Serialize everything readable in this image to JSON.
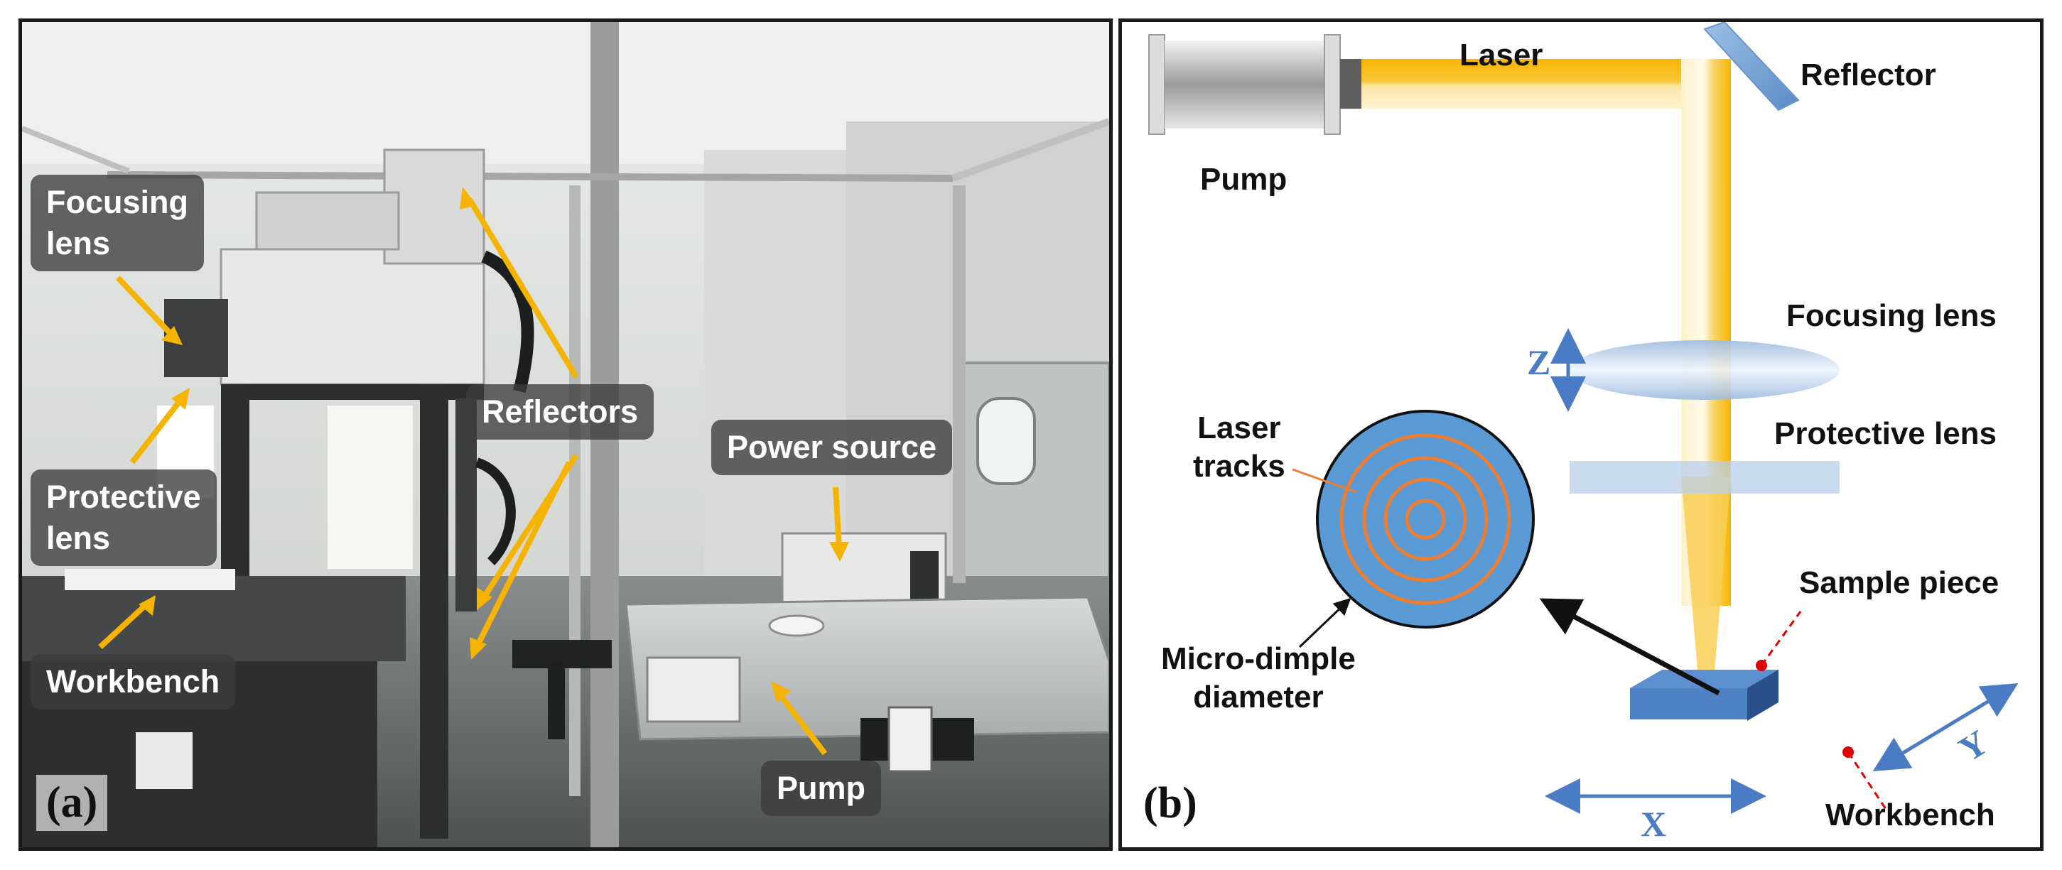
{
  "panel_a": {
    "tag": "(a)",
    "labels": {
      "focusing_lens": "Focusing\nlens",
      "protective_lens": "Protective\nlens",
      "workbench": "Workbench",
      "reflectors": "Reflectors",
      "power_source": "Power source",
      "pump": "Pump"
    }
  },
  "panel_b": {
    "tag": "(b)",
    "labels": {
      "laser": "Laser",
      "reflector": "Reflector",
      "pump": "Pump",
      "focusing_lens": "Focusing lens",
      "protective_lens": "Protective lens",
      "z_axis": "Z",
      "laser_tracks": "Laser\ntracks",
      "micro_dimple_diameter": "Micro-dimple\ndiameter",
      "sample_piece": "Sample piece",
      "workbench": "Workbench",
      "x_axis": "X",
      "y_axis": "Y"
    }
  },
  "colors": {
    "arrow_yellow": "#f5b400",
    "laser_orange": "#f7b500",
    "axis_blue": "#4a7cc4",
    "dimple_blue": "#5b9bd5",
    "track_orange": "#ed7d31",
    "pointer_red": "#e00000"
  }
}
